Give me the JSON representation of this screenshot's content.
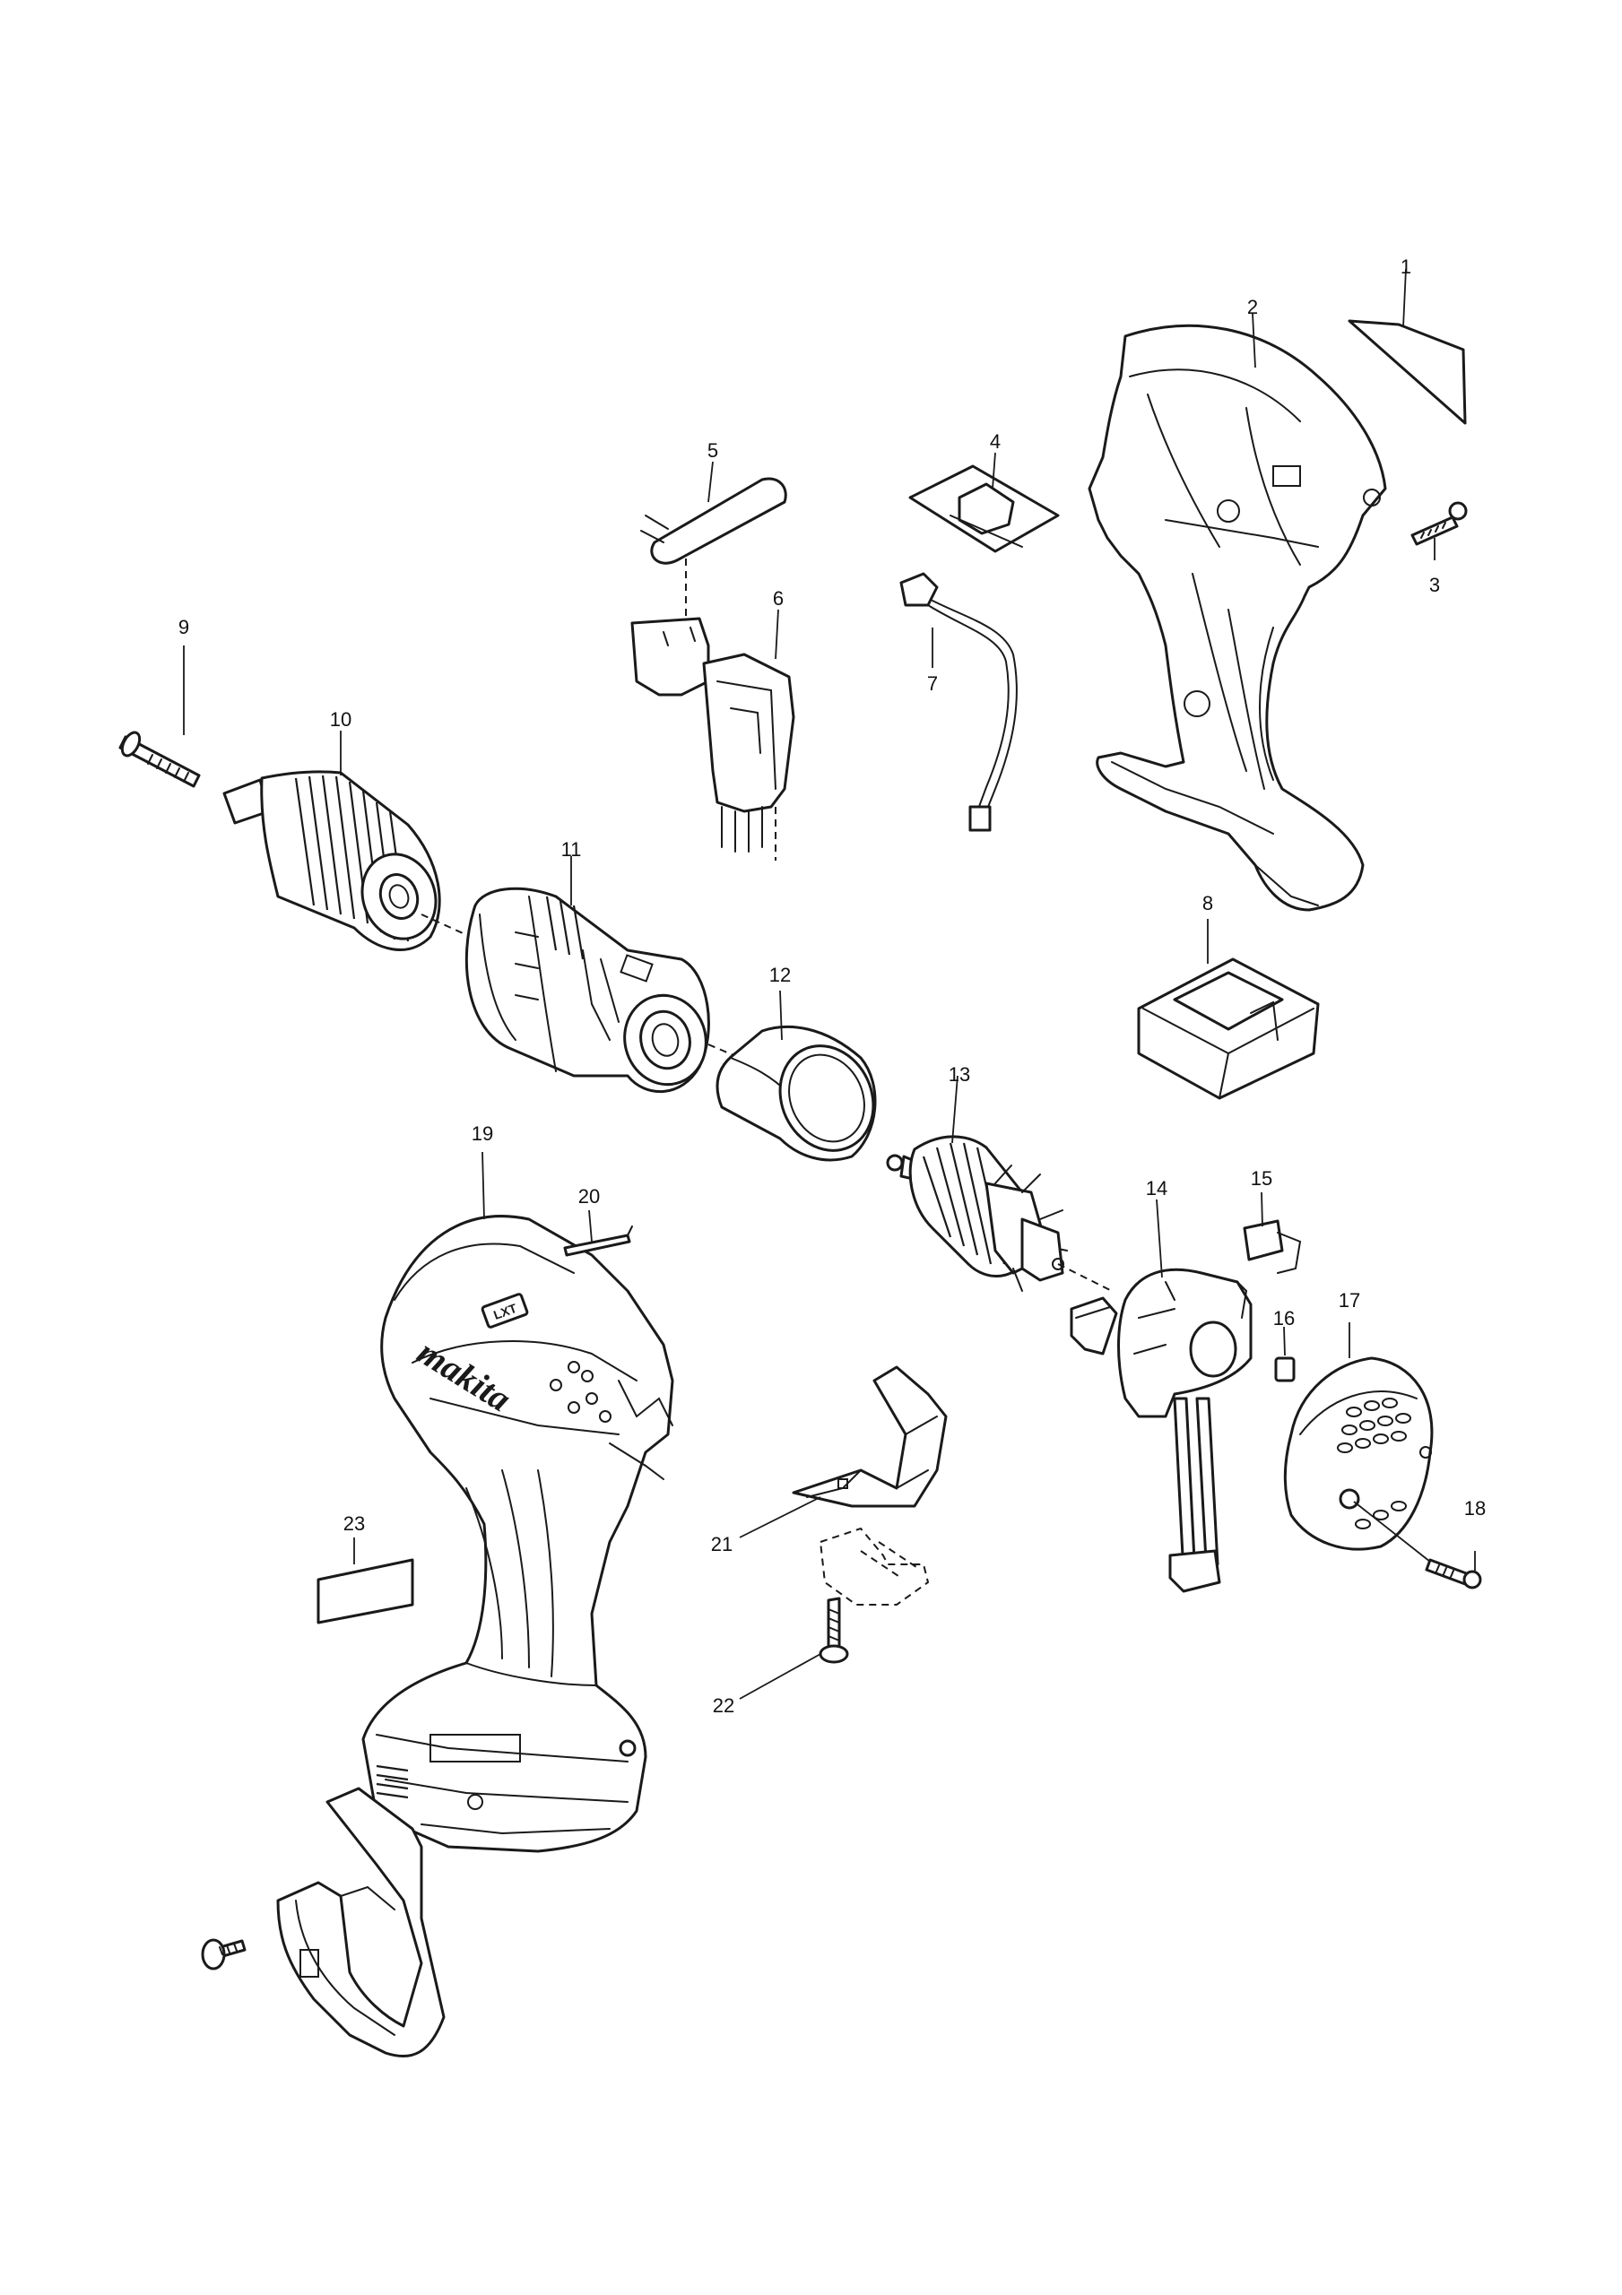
{
  "diagram": {
    "brand_logo_text": "makita",
    "battery_badge_text": "LXT",
    "callouts": [
      {
        "id": "1",
        "label": "1"
      },
      {
        "id": "2",
        "label": "2"
      },
      {
        "id": "3",
        "label": "3"
      },
      {
        "id": "4",
        "label": "4"
      },
      {
        "id": "5",
        "label": "5"
      },
      {
        "id": "6",
        "label": "6"
      },
      {
        "id": "7",
        "label": "7"
      },
      {
        "id": "8",
        "label": "8"
      },
      {
        "id": "9",
        "label": "9"
      },
      {
        "id": "10",
        "label": "10"
      },
      {
        "id": "11",
        "label": "11"
      },
      {
        "id": "12",
        "label": "12"
      },
      {
        "id": "13",
        "label": "13"
      },
      {
        "id": "14",
        "label": "14"
      },
      {
        "id": "15",
        "label": "15"
      },
      {
        "id": "16",
        "label": "16"
      },
      {
        "id": "17",
        "label": "17"
      },
      {
        "id": "18",
        "label": "18"
      },
      {
        "id": "19",
        "label": "19"
      },
      {
        "id": "20",
        "label": "20"
      },
      {
        "id": "21",
        "label": "21"
      },
      {
        "id": "22",
        "label": "22"
      },
      {
        "id": "23",
        "label": "23"
      }
    ]
  }
}
